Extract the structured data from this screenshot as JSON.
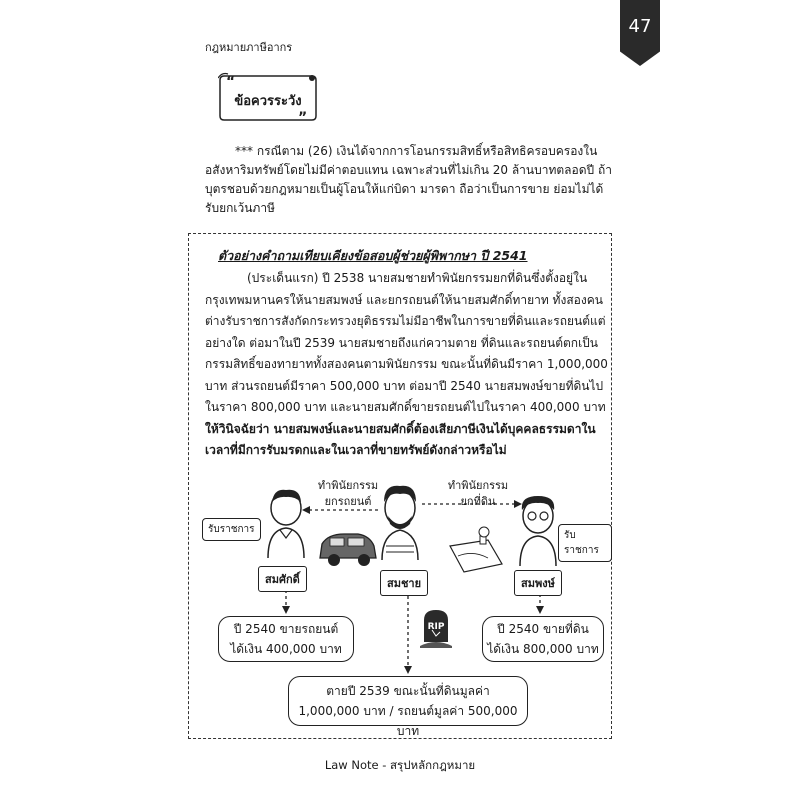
{
  "header": {
    "title": "กฎหมายภาษีอากร",
    "page_number": "47"
  },
  "caution": {
    "label": "ข้อควรระวัง"
  },
  "intro_text": "*** กรณีตาม (26) เงินได้จากการโอนกรรมสิทธิ์หรือสิทธิครอบครองในอสังหาริมทรัพย์โดยไม่มีค่าตอบแทน เฉพาะส่วนที่ไม่เกิน 20 ล้านบาทตลอดปี ถ้าบุตรชอบด้วยกฎหมายเป็นผู้โอนให้แก่บิดา มารดา ถือว่าเป็นการขาย ย่อมไม่ได้รับยกเว้นภาษี",
  "example": {
    "title": "ตัวอย่างคำถามเทียบเคียงข้อสอบผู้ช่วยผู้พิพากษา ปี 2541",
    "body": "(ประเด็นแรก) ปี 2538 นายสมชายทำพินัยกรรมยกที่ดินซึ่งตั้งอยู่ในกรุงเทพมหานครให้นายสมพงษ์ และยกรถยนต์ให้นายสมศักดิ์ทายาท ทั้งสองคนต่างรับราชการสังกัดกระทรวงยุติธรรมไม่มีอาชีพในการขายที่ดินและรถยนต์แต่อย่างใด ต่อมาในปี 2539 นายสมชายถึงแก่ความตาย ที่ดินและรถยนต์ตกเป็นกรรมสิทธิ์ของทายาททั้งสองคนตามพินัยกรรม ขณะนั้นที่ดินมีราคา 1,000,000 บาท ส่วนรถยนต์มีราคา 500,000 บาท ต่อมาปี 2540 นายสมพงษ์ขายที่ดินไปในราคา 800,000 บาท และนายสมศักดิ์ขายรถยนต์ไปในราคา 400,000 บาท ",
    "question": "ให้วินิจฉัยว่า นายสมพงษ์และนายสมศักดิ์ต้องเสียภาษีเงินได้บุคคลธรรมดาในเวลาที่มีการรับมรดกและในเวลาที่ขายทรัพย์ดังกล่าวหรือไม่"
  },
  "diagram": {
    "will_car_line1": "ทำพินัยกรรม",
    "will_car_line2": "ยกรถยนต์",
    "will_land_line1": "ทำพินัยกรรม",
    "will_land_line2": "ยกที่ดิน",
    "gov_left": "รับราชการ",
    "gov_right": "รับราชการ",
    "name_left": "สมศักดิ์",
    "name_center": "สมชาย",
    "name_right": "สมพงษ์",
    "rip": "RIP",
    "box_left_line1": "ปี 2540 ขายรถยนต์",
    "box_left_line2": "ได้เงิน 400,000 บาท",
    "box_right_line1": "ปี 2540 ขายที่ดิน",
    "box_right_line2": "ได้เงิน 800,000 บาท",
    "box_bottom_line1": "ตายปี 2539 ขณะนั้นที่ดินมูลค่า",
    "box_bottom_line2": "1,000,000 บาท / รถยนต์มูลค่า 500,000 บาท"
  },
  "footer": {
    "text": "Law Note - สรุปหลักกฎหมาย"
  }
}
